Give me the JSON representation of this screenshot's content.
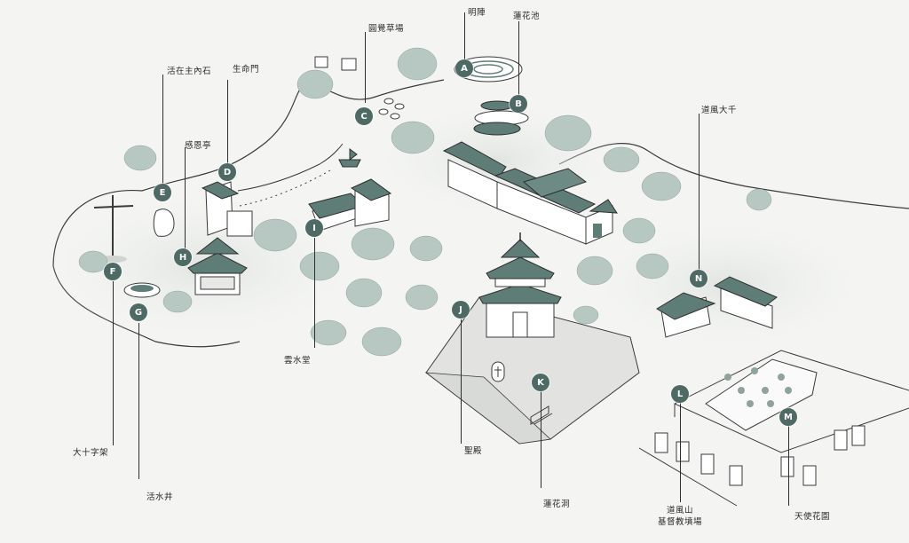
{
  "colors": {
    "marker": "#4e6a64",
    "roof": "#5e7d77",
    "wall": "#ffffff",
    "ink": "#2e2e2e",
    "tree": "#a9bdb7",
    "ground": "#e7e8e5"
  },
  "markers": [
    {
      "letter": "A",
      "label": "明陣"
    },
    {
      "letter": "B",
      "label": "蓮花池"
    },
    {
      "letter": "C",
      "label": "圓覺草場"
    },
    {
      "letter": "D",
      "label": "生命門"
    },
    {
      "letter": "E",
      "label": "活在主內石"
    },
    {
      "letter": "F",
      "label": "大十字架"
    },
    {
      "letter": "G",
      "label": "活水井"
    },
    {
      "letter": "H",
      "label": "感恩亭"
    },
    {
      "letter": "I",
      "label": "雲水堂"
    },
    {
      "letter": "J",
      "label": "聖殿"
    },
    {
      "letter": "K",
      "label": "蓮花洞"
    },
    {
      "letter": "L",
      "label_line1": "道風山",
      "label_line2": "基督教墳場"
    },
    {
      "letter": "M",
      "label": "天使花園"
    },
    {
      "letter": "N",
      "label": "道風大千"
    }
  ]
}
